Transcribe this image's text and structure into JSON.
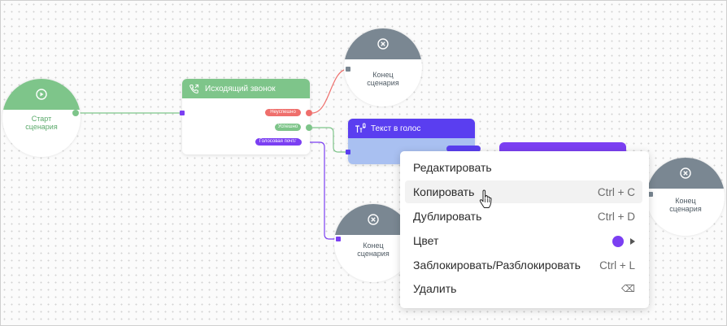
{
  "colors": {
    "start": "#7ec58a",
    "end_cap": "#7a8792",
    "call_header": "#7ec58a",
    "tts_header": "#5a3ef0",
    "tts_body": "#a9c0f1",
    "purple_block": "#7b3ff2",
    "fail": "#ef6f6c",
    "success": "#7ec58a",
    "voicemail": "#7b3ff2",
    "menu_color_swatch": "#7b3ff2"
  },
  "nodes": {
    "start_label": "Старт\nсценария",
    "end_label": "Конец\nсценария",
    "call_block_title": "Исходящий звонок",
    "call_outputs": {
      "fail": "Неуспешно",
      "success": "Успешно",
      "voicemail": "Голосовая почта"
    },
    "tts_block_title": "Текст в голос"
  },
  "context_menu": {
    "edit": "Редактировать",
    "copy": "Копировать",
    "copy_shortcut": "Ctrl + C",
    "duplicate": "Дублировать",
    "duplicate_shortcut": "Ctrl + D",
    "color": "Цвет",
    "lock": "Заблокировать/Разблокировать",
    "lock_shortcut": "Ctrl + L",
    "delete": "Удалить",
    "delete_shortcut": "⌫"
  }
}
